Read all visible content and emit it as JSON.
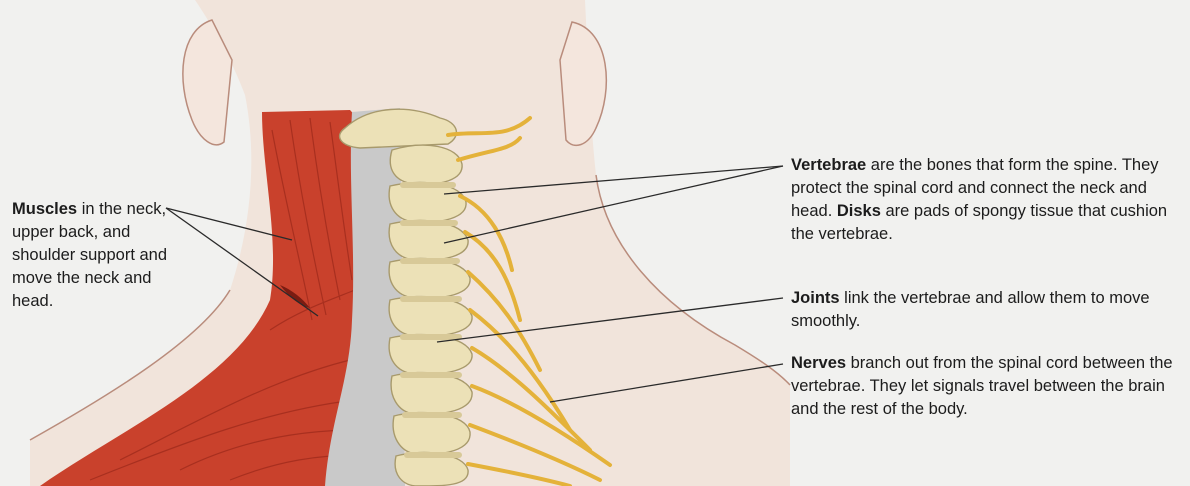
{
  "palette": {
    "background": "#f1f1ef",
    "skin": "#f1e4db",
    "skin_outline": "#b98c7c",
    "muscle": "#c9412c",
    "muscle_dark": "#9e2a1b",
    "bone": "#ece1b7",
    "bone_outline": "#a89a6c",
    "nerve": "#e4b23a",
    "cartilage": "#c9c9c9",
    "pointer_line": "#2a2a2a"
  },
  "icons": [
    "neck-anatomy-illustration"
  ],
  "labels": {
    "muscles": {
      "term": "Muscles",
      "text": " in the neck, upper back, and shoulder support and move the neck and head."
    },
    "vertebrae": {
      "term": "Vertebrae",
      "text_1": " are the bones that form the spine. They protect the spinal cord and connect the neck and head. ",
      "term_2": "Disks",
      "text_2": " are pads of spongy tissue that cushion the vertebrae."
    },
    "joints": {
      "term": "Joints",
      "text": " link the vertebrae and allow them to move smoothly."
    },
    "nerves": {
      "term": "Nerves",
      "text": " branch out from the spinal cord between the vertebrae. They let signals travel between the brain and the rest of the body."
    }
  }
}
